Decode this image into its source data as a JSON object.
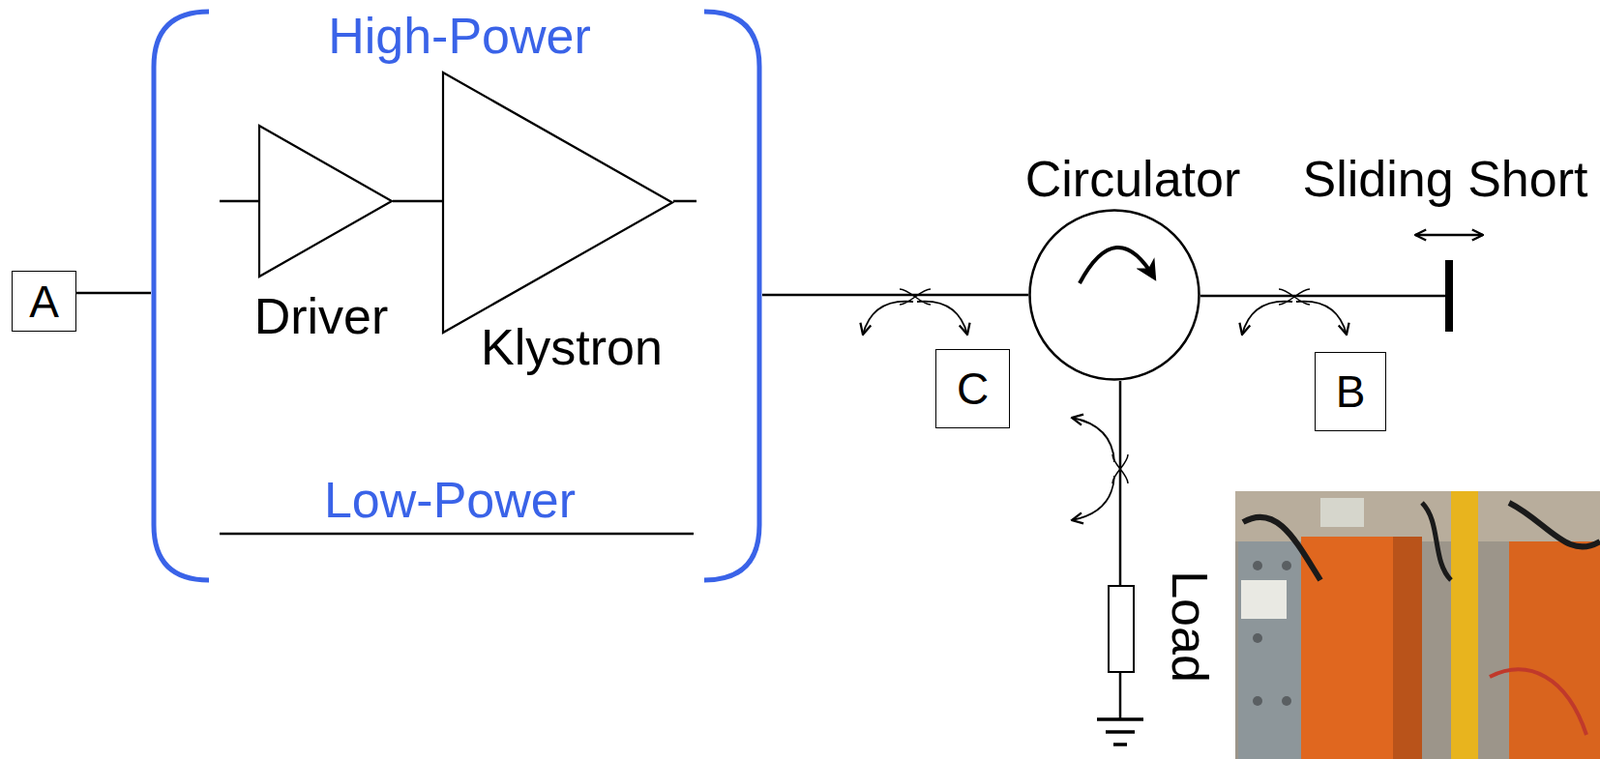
{
  "diagram": {
    "nodes": [
      {
        "text": [
          "A"
        ]
      },
      {
        "text": [
          "High-Power",
          "Low-Power"
        ]
      },
      {
        "text": [
          "Driver"
        ],
        "in": 1
      },
      {
        "text": [
          "Klystron"
        ],
        "in": 1
      },
      {
        "text": [
          "Circulator"
        ]
      },
      {
        "text": [
          "C"
        ]
      },
      {
        "text": [
          "Sliding Short"
        ]
      },
      {
        "text": [
          "B"
        ]
      },
      {
        "text": [
          "Load"
        ]
      }
    ],
    "edges": [
      {
        "from": 0,
        "to": 1,
        "arrow": "none"
      },
      {
        "from": 2,
        "to": 3,
        "arrow": "none"
      },
      {
        "from": 1,
        "to": 4,
        "arrow": "none"
      },
      {
        "from": 4,
        "to": 6,
        "arrow": "none"
      },
      {
        "from": 4,
        "to": 8,
        "arrow": "none"
      }
    ]
  }
}
